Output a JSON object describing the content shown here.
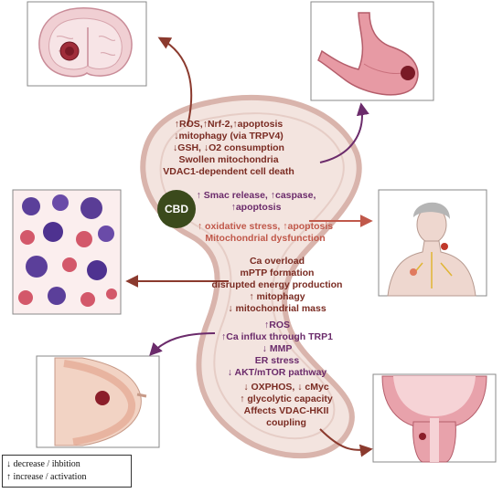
{
  "groups": [
    {
      "lines": [
        "↑ROS,↑Nrf-2,↑apoptosis",
        "↓mitophagy (via TRPV4)",
        "↓GSH, ↓O2 consumption",
        "Swollen mitochondria",
        "VDAC1-dependent cell death"
      ]
    },
    {
      "lines": [
        "↑ Smac release, ↑caspase,",
        "↑apoptosis"
      ]
    },
    {
      "lines": [
        "↑ oxidative stress, ↑apoptosis",
        "Mitochondrial dysfunction"
      ]
    },
    {
      "lines": [
        "Ca overload",
        "mPTP formation",
        "disrupted energy production",
        "↑ mitophagy",
        "↓ mitochondrial mass"
      ]
    },
    {
      "lines": [
        "↑ROS",
        "↑Ca influx through TRP1",
        "↓ MMP",
        "ER stress",
        "↓ AKT/mTOR pathway"
      ]
    },
    {
      "lines": [
        "↓ OXPHOS, ↓ cMyc",
        "↑ glycolytic capacity",
        "Affects VDAC-HKII",
        "coupling"
      ]
    }
  ],
  "cbd": "CBD",
  "legend": {
    "decrease": "↓ decrease / ihbition",
    "increase": "↑ increase / activation"
  },
  "colors": {
    "mito_fill": "#f3e4df",
    "mito_stroke": "#d9b4ac",
    "brown": "#7a2b22",
    "salmon": "#c0584a",
    "purple": "#6b2b6b",
    "cbd": "#3b4a1c"
  }
}
